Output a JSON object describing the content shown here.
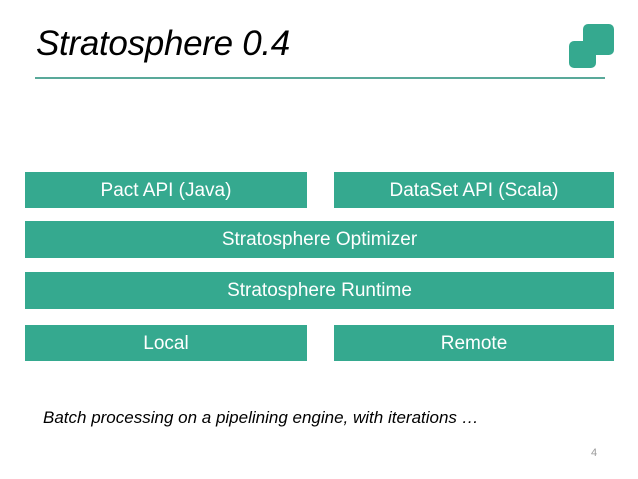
{
  "slide": {
    "title": "Stratosphere 0.4",
    "caption": "Batch processing on a pipelining engine, with iterations …",
    "page_number": "4",
    "colors": {
      "accent_teal": "#35A98F",
      "rule_teal": "#59A99A",
      "bar_text": "#FFFFFF",
      "title_text": "#000000",
      "page_number_text": "#9A9A9A",
      "background": "#FFFFFF"
    },
    "logo": {
      "name": "stratosphere-logo",
      "shapes": [
        "rounded-square-large-top-right",
        "rounded-square-small-bottom-left"
      ]
    }
  },
  "diagram": {
    "name": "stratosphere-architecture-stack",
    "rows": [
      {
        "row": 1,
        "blocks": [
          {
            "id": "pact-api",
            "label": "Pact API (Java)"
          },
          {
            "id": "dataset-api",
            "label": "DataSet API (Scala)"
          }
        ]
      },
      {
        "row": 2,
        "blocks": [
          {
            "id": "optimizer",
            "label": "Stratosphere Optimizer"
          }
        ]
      },
      {
        "row": 3,
        "blocks": [
          {
            "id": "runtime",
            "label": "Stratosphere Runtime"
          }
        ]
      },
      {
        "row": 4,
        "blocks": [
          {
            "id": "local",
            "label": "Local"
          },
          {
            "id": "remote",
            "label": "Remote"
          }
        ]
      }
    ]
  }
}
